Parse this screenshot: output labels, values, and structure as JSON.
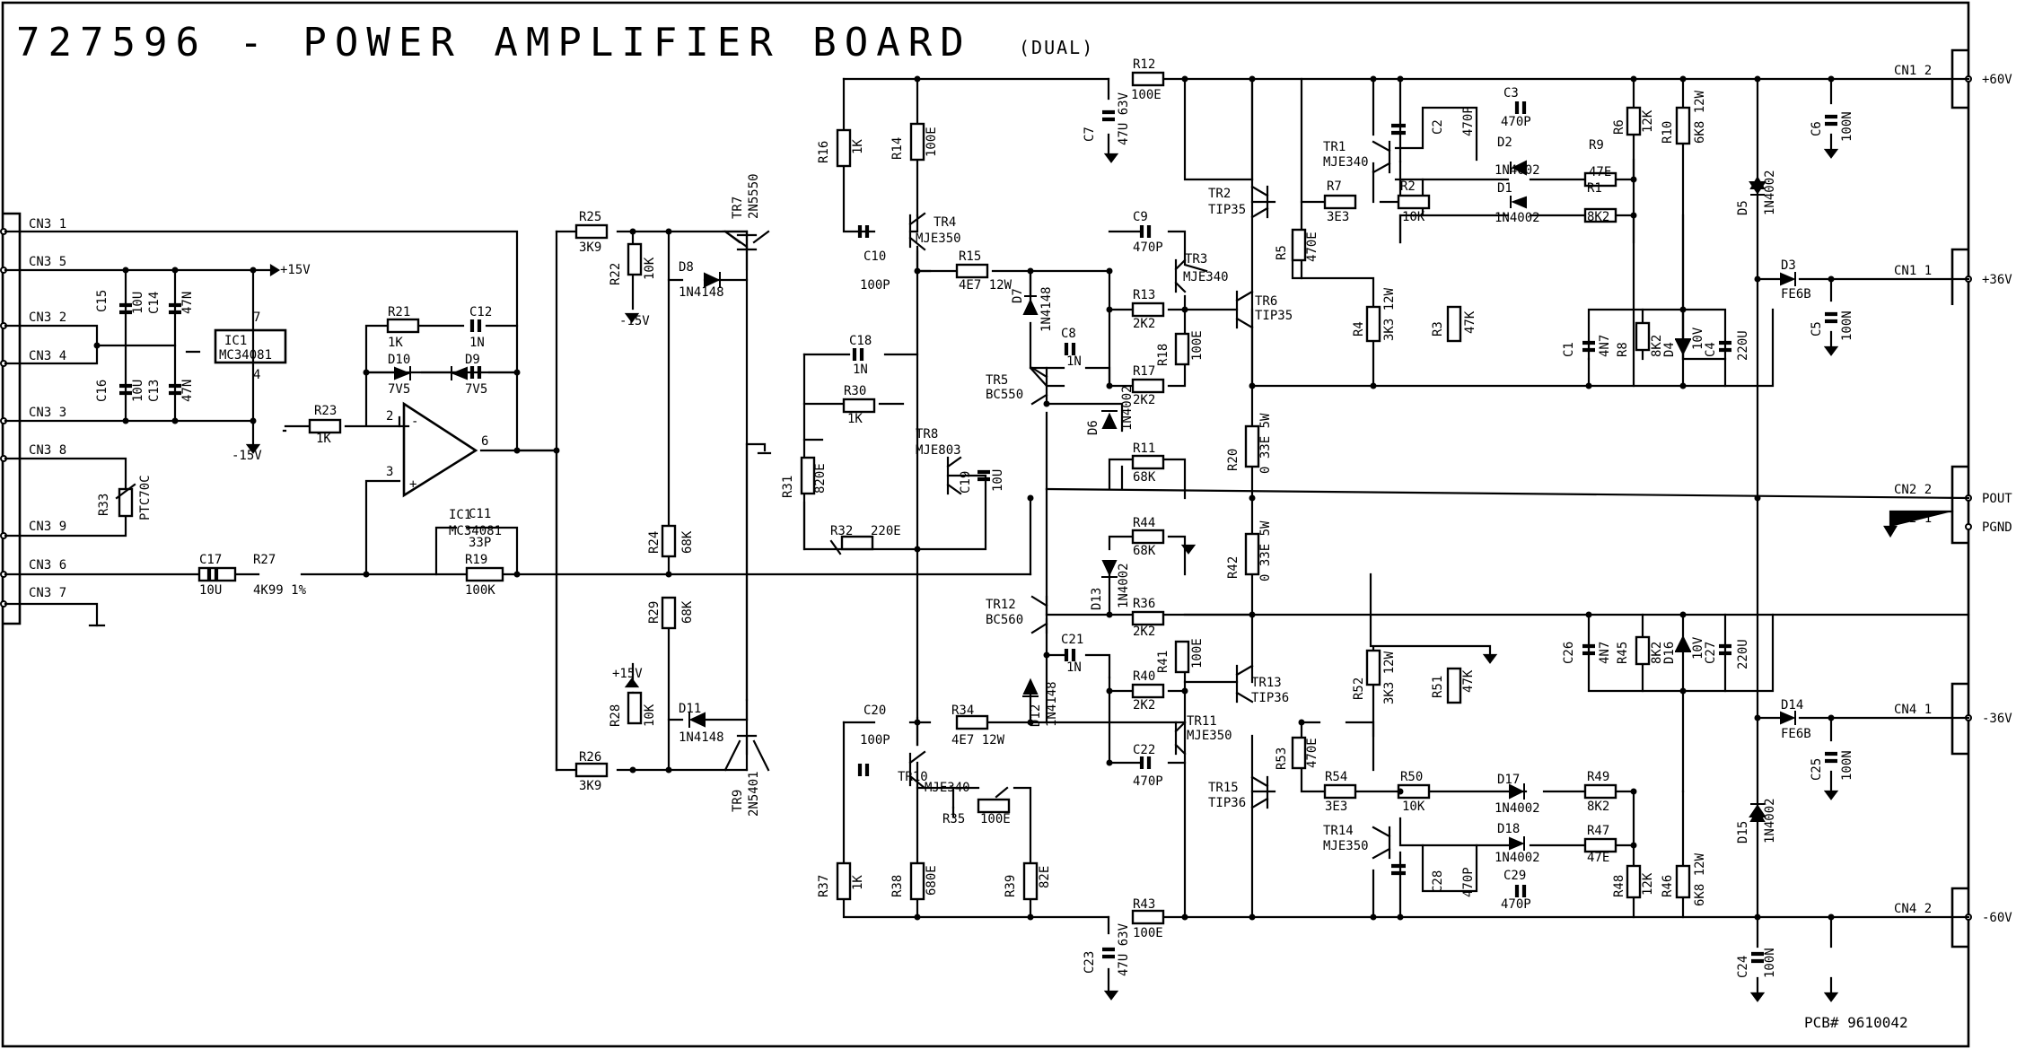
{
  "title": "727596 - POWER AMPLIFIER BOARD",
  "title_suffix": "(DUAL)",
  "pcb": "PCB# 9610042",
  "left_connectors": [
    "CN3 1",
    "CN3 5",
    "CN3 2",
    "CN3 4",
    "CN3 3",
    "CN3 8",
    "CN3 9",
    "CN3 6",
    "CN3 7"
  ],
  "right_connectors": [
    {
      "pin": "CN1 2",
      "rail": "+60V"
    },
    {
      "pin": "CN1 1",
      "rail": "+36V"
    },
    {
      "pin": "CN2 2",
      "rail": "POUT"
    },
    {
      "pin": "CN2 1",
      "rail": "PGND"
    },
    {
      "pin": "CN4 1",
      "rail": "-36V"
    },
    {
      "pin": "CN4 2",
      "rail": "-60V"
    }
  ],
  "supply_labels": {
    "p15": "+15V",
    "n15": "-15V",
    "p15b": "+15V",
    "n15b": "-15V"
  },
  "ic": {
    "name": "IC1",
    "part": "MC34081",
    "pin7": "7",
    "pin4": "4",
    "pin2": "2",
    "pin3": "3",
    "pin6": "6",
    "minus": "-",
    "plus": "+"
  },
  "components": [
    {
      "ref": "C15",
      "value": "10U"
    },
    {
      "ref": "C14",
      "value": "47N"
    },
    {
      "ref": "C16",
      "value": "10U"
    },
    {
      "ref": "C13",
      "value": "47N"
    },
    {
      "ref": "R21",
      "value": "1K"
    },
    {
      "ref": "C12",
      "value": "1N"
    },
    {
      "ref": "D10",
      "value": "7V5"
    },
    {
      "ref": "D9",
      "value": "7V5"
    },
    {
      "ref": "R23",
      "value": "1K"
    },
    {
      "ref": "R33",
      "value": "PTC70C"
    },
    {
      "ref": "C17",
      "value": "10U"
    },
    {
      "ref": "R27",
      "value": "4K99 1%"
    },
    {
      "ref": "C11",
      "value": "33P"
    },
    {
      "ref": "R19",
      "value": "100K"
    },
    {
      "ref": "R25",
      "value": "3K9"
    },
    {
      "ref": "R22",
      "value": "10K"
    },
    {
      "ref": "D8",
      "value": "1N4148"
    },
    {
      "ref": "TR7",
      "value": "2N5550"
    },
    {
      "ref": "R24",
      "value": "68K"
    },
    {
      "ref": "R29",
      "value": "68K"
    },
    {
      "ref": "R28",
      "value": "10K"
    },
    {
      "ref": "D11",
      "value": "1N4148"
    },
    {
      "ref": "R26",
      "value": "3K9"
    },
    {
      "ref": "TR9",
      "value": "2N5401"
    },
    {
      "ref": "R16",
      "value": "1K"
    },
    {
      "ref": "R14",
      "value": "100E"
    },
    {
      "ref": "TR4",
      "value": "MJE350"
    },
    {
      "ref": "C10",
      "value": "100P"
    },
    {
      "ref": "R15",
      "value": "4E7 12W"
    },
    {
      "ref": "C18",
      "value": "1N"
    },
    {
      "ref": "R30",
      "value": "1K"
    },
    {
      "ref": "TR8",
      "value": "MJE803"
    },
    {
      "ref": "R31",
      "value": "820E"
    },
    {
      "ref": "C19",
      "value": "10U"
    },
    {
      "ref": "R32",
      "value": "220E"
    },
    {
      "ref": "C20",
      "value": "100P"
    },
    {
      "ref": "TR10",
      "value": "MJE340"
    },
    {
      "ref": "R34",
      "value": "4E7 12W"
    },
    {
      "ref": "R35",
      "value": "100E"
    },
    {
      "ref": "R37",
      "value": "1K"
    },
    {
      "ref": "R38",
      "value": "680E"
    },
    {
      "ref": "R39",
      "value": "82E"
    },
    {
      "ref": "R12",
      "value": "100E"
    },
    {
      "ref": "C7",
      "value": "47U 63V"
    },
    {
      "ref": "D7",
      "value": "1N4148"
    },
    {
      "ref": "TR5",
      "value": "BC550"
    },
    {
      "ref": "C8",
      "value": "1N"
    },
    {
      "ref": "D6",
      "value": "1N4002"
    },
    {
      "ref": "C9",
      "value": "470P"
    },
    {
      "ref": "TR3",
      "value": "MJE340"
    },
    {
      "ref": "R13",
      "value": "2K2"
    },
    {
      "ref": "R17",
      "value": "2K2"
    },
    {
      "ref": "R18",
      "value": "100E"
    },
    {
      "ref": "R11",
      "value": "68K"
    },
    {
      "ref": "R20",
      "value": "0 33E 5W"
    },
    {
      "ref": "R44",
      "value": "68K"
    },
    {
      "ref": "R42",
      "value": "0 33E 5W"
    },
    {
      "ref": "D13",
      "value": "1N4002"
    },
    {
      "ref": "TR12",
      "value": "BC560"
    },
    {
      "ref": "C21",
      "value": "1N"
    },
    {
      "ref": "D12",
      "value": "1N4148"
    },
    {
      "ref": "R36",
      "value": "2K2"
    },
    {
      "ref": "R40",
      "value": "2K2"
    },
    {
      "ref": "R41",
      "value": "100E"
    },
    {
      "ref": "TR11",
      "value": "MJE350"
    },
    {
      "ref": "C22",
      "value": "470P"
    },
    {
      "ref": "R43",
      "value": "100E"
    },
    {
      "ref": "C23",
      "value": "47U 63V"
    },
    {
      "ref": "TR2",
      "value": "TIP35"
    },
    {
      "ref": "TR6",
      "value": "TIP35"
    },
    {
      "ref": "R5",
      "value": "470E"
    },
    {
      "ref": "R7",
      "value": "3E3"
    },
    {
      "ref": "TR1",
      "value": "MJE340"
    },
    {
      "ref": "R4",
      "value": "3K3 12W"
    },
    {
      "ref": "R3",
      "value": "47K"
    },
    {
      "ref": "R2",
      "value": "10K"
    },
    {
      "ref": "C2",
      "value": "470P"
    },
    {
      "ref": "C3",
      "value": "470P"
    },
    {
      "ref": "D2",
      "value": "1N4002"
    },
    {
      "ref": "D1",
      "value": "1N4002"
    },
    {
      "ref": "R9",
      "value": "47E"
    },
    {
      "ref": "R1",
      "value": "8K2"
    },
    {
      "ref": "R6",
      "value": "12K"
    },
    {
      "ref": "R10",
      "value": "6K8 12W"
    },
    {
      "ref": "C1",
      "value": "4N7"
    },
    {
      "ref": "R8",
      "value": "8K2"
    },
    {
      "ref": "D4",
      "value": "10V"
    },
    {
      "ref": "C4",
      "value": "220U"
    },
    {
      "ref": "D5",
      "value": "1N4002"
    },
    {
      "ref": "C6",
      "value": "100N"
    },
    {
      "ref": "D3",
      "value": "FE6B"
    },
    {
      "ref": "C5",
      "value": "100N"
    },
    {
      "ref": "TR13",
      "value": "TIP36"
    },
    {
      "ref": "TR15",
      "value": "TIP36"
    },
    {
      "ref": "R53",
      "value": "470E"
    },
    {
      "ref": "R54",
      "value": "3E3"
    },
    {
      "ref": "R52",
      "value": "3K3 12W"
    },
    {
      "ref": "R51",
      "value": "47K"
    },
    {
      "ref": "R50",
      "value": "10K"
    },
    {
      "ref": "TR14",
      "value": "MJE350"
    },
    {
      "ref": "D17",
      "value": "1N4002"
    },
    {
      "ref": "D18",
      "value": "1N4002"
    },
    {
      "ref": "R49",
      "value": "8K2"
    },
    {
      "ref": "R47",
      "value": "47E"
    },
    {
      "ref": "C28",
      "value": "470P"
    },
    {
      "ref": "C29",
      "value": "470P"
    },
    {
      "ref": "R48",
      "value": "12K"
    },
    {
      "ref": "R46",
      "value": "6K8 12W"
    },
    {
      "ref": "C26",
      "value": "4N7"
    },
    {
      "ref": "R45",
      "value": "8K2"
    },
    {
      "ref": "D16",
      "value": "10V"
    },
    {
      "ref": "C27",
      "value": "220U"
    },
    {
      "ref": "D14",
      "value": "FE6B"
    },
    {
      "ref": "C25",
      "value": "100N"
    },
    {
      "ref": "D15",
      "value": "1N4002"
    },
    {
      "ref": "C24",
      "value": "100N"
    }
  ]
}
